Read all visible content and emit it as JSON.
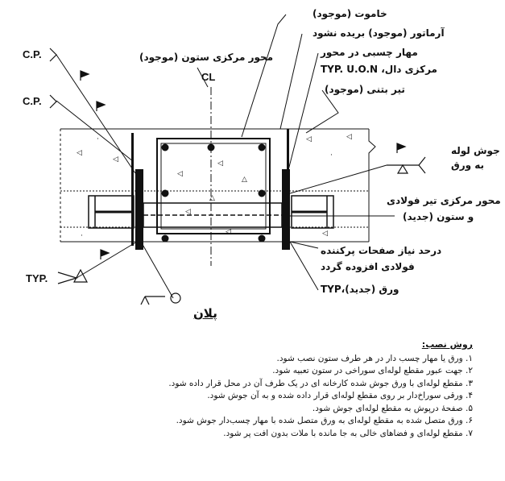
{
  "labels": {
    "existing_shotcrete": "خاموت (موجود)",
    "cut_rebar": "آرماتور (موجود) بریده نشود",
    "adhesive_anchor": "مهار چسبی در محور",
    "slab_axis": "مرکزی دال، TYP. U.O.N",
    "existing_column_axis": "محور مرکزی ستون (موجود)",
    "cl": "CL",
    "existing_concrete_beam": "تیر بتنی (موجود)",
    "pipe_weld": "جوش لوله",
    "to_plate": "به ورق",
    "new_steel_axis_1": "محور مرکزی تیر فولادی",
    "new_steel_axis_2": "و ستون (جدید)",
    "grout_1": "درحد نیاز صفحات پرکننده",
    "grout_2": "فولادی افزوده گردد",
    "new_plate": "ورق (جدید)،TYP",
    "cp1": "C.P.",
    "cp2": "C.P.",
    "typ": "TYP."
  },
  "caption": "پلان",
  "notes": {
    "title": "روش نصب:",
    "items": [
      "۱. ورق یا مهار چسب دار در هر طرف ستون نصب شود.",
      "۲. جهت عبور مقطع لوله‌ای سوراخی در ستون تعبیه شود.",
      "۳. مقطع لوله‌ای با ورق جوش شده کارخانه ای در یک طرف آن در محل قرار داده شود.",
      "۴. ورقی سوراخ‌دار بر روی مقطع لوله‌ای قرار داده شده و به آن جوش شود.",
      "۵. صفحهٔ درپوش به مقطع لوله‌ای جوش شود.",
      "۶. ورق متصل شده به مقطع لوله‌ای به ورق متصل شده با مهار چسب‌دار جوش شود.",
      "۷. مقطع لوله‌ای و فضاهای خالی به جا مانده با ملات بدون افت پر شود."
    ]
  }
}
